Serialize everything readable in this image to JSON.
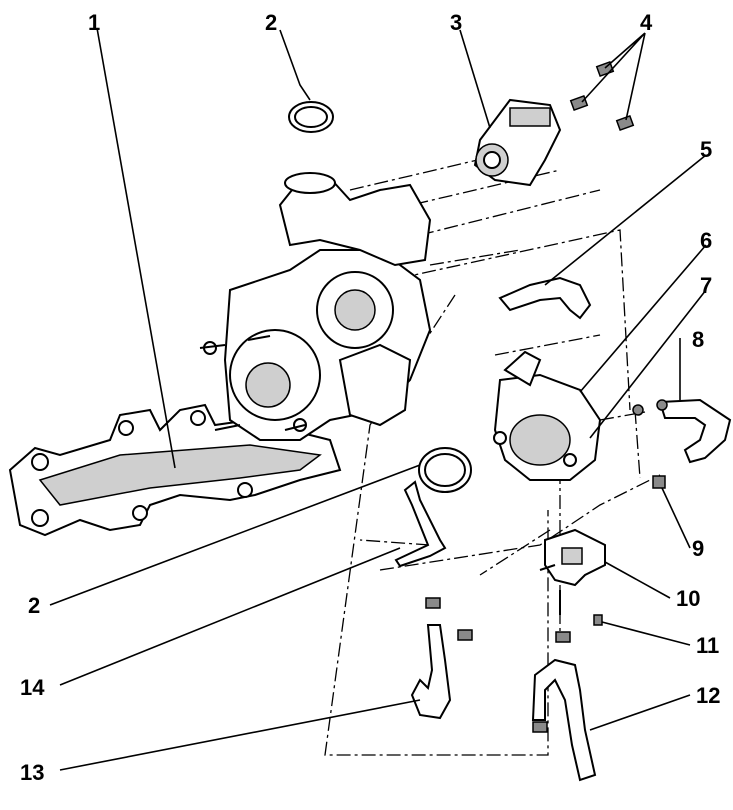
{
  "diagram": {
    "callouts": [
      "1",
      "2",
      "3",
      "4",
      "5",
      "6",
      "7",
      "8",
      "9",
      "10",
      "11",
      "12",
      "13",
      "14",
      "2"
    ]
  },
  "colors": {
    "ink": "#000000",
    "paper": "#ffffff",
    "shade": "#cfcfcf"
  }
}
